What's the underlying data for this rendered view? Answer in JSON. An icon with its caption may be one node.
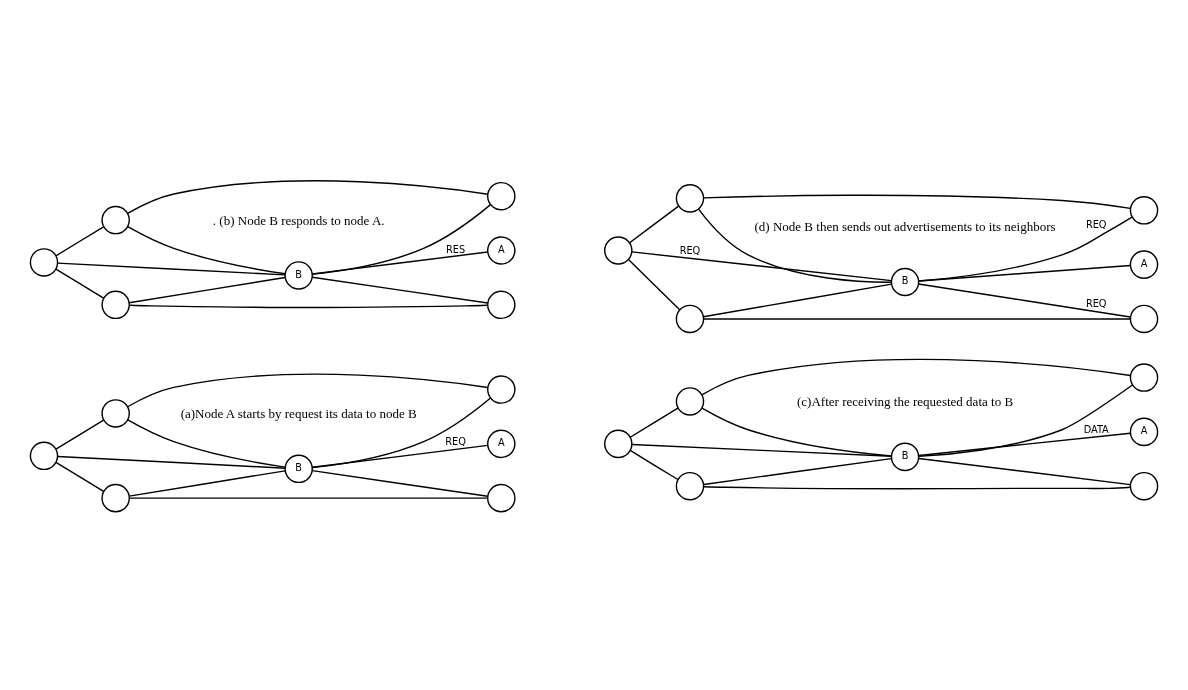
{
  "diagram": {
    "nodes": [
      {
        "text": [],
        "shape": "circle"
      },
      {
        "text": [],
        "shape": "circle"
      },
      {
        "text": [],
        "shape": "circle"
      },
      {
        "text": [
          "B"
        ]
      },
      {
        "text": [
          "A"
        ]
      },
      {
        "text": [],
        "shape": "circle"
      },
      {
        "text": [],
        "shape": "circle"
      },
      {
        "text": [],
        "shape": "circle"
      },
      {
        "text": [],
        "shape": "circle"
      },
      {
        "text": [],
        "shape": "circle"
      },
      {
        "text": [
          "B"
        ]
      },
      {
        "text": [
          "A"
        ]
      },
      {
        "text": [],
        "shape": "circle"
      },
      {
        "text": [],
        "shape": "circle"
      },
      {
        "text": [],
        "shape": "circle"
      },
      {
        "text": [],
        "shape": "circle"
      },
      {
        "text": [],
        "shape": "circle"
      },
      {
        "text": [
          "B"
        ]
      },
      {
        "text": [
          "A"
        ]
      },
      {
        "text": [],
        "shape": "circle"
      },
      {
        "text": [],
        "shape": "circle"
      },
      {
        "text": [],
        "shape": "circle"
      },
      {
        "text": [],
        "shape": "circle"
      },
      {
        "text": [],
        "shape": "circle"
      },
      {
        "text": [
          "B"
        ]
      },
      {
        "text": [
          "A"
        ]
      },
      {
        "text": [],
        "shape": "circle"
      },
      {
        "text": [],
        "shape": "circle"
      }
    ],
    "edges": [
      {
        "from": 2,
        "to": 0,
        "arrow": "none"
      },
      {
        "from": 0,
        "to": 1,
        "arrow": "none"
      },
      {
        "from": 0,
        "to": 3,
        "arrow": "none"
      },
      {
        "from": 3,
        "to": 1,
        "arrow": "none"
      },
      {
        "from": 2,
        "to": 3,
        "arrow": "none"
      },
      {
        "from": 2,
        "to": 5,
        "arrow": "none"
      },
      {
        "from": 5,
        "to": 3,
        "arrow": "none"
      },
      {
        "from": 5,
        "to": 6,
        "arrow": "none"
      },
      {
        "from": 3,
        "to": 6,
        "arrow": "none"
      },
      {
        "from": 3,
        "to": 4,
        "arrow": "none",
        "label": "REQ"
      },
      {
        "from": 9,
        "to": 7,
        "arrow": "none"
      },
      {
        "from": 7,
        "to": 8,
        "arrow": "none"
      },
      {
        "from": 7,
        "to": 10,
        "arrow": "none"
      },
      {
        "from": 10,
        "to": 8,
        "arrow": "none"
      },
      {
        "from": 9,
        "to": 10,
        "arrow": "none"
      },
      {
        "from": 9,
        "to": 12,
        "arrow": "none"
      },
      {
        "from": 12,
        "to": 10,
        "arrow": "none"
      },
      {
        "from": 12,
        "to": 13,
        "arrow": "none"
      },
      {
        "from": 10,
        "to": 13,
        "arrow": "none"
      },
      {
        "from": 10,
        "to": 11,
        "arrow": "none",
        "label": "DATA"
      },
      {
        "from": 16,
        "to": 14,
        "arrow": "none"
      },
      {
        "from": 14,
        "to": 15,
        "arrow": "none"
      },
      {
        "from": 14,
        "to": 17,
        "arrow": "none"
      },
      {
        "from": 17,
        "to": 15,
        "arrow": "none"
      },
      {
        "from": 16,
        "to": 17,
        "arrow": "none"
      },
      {
        "from": 16,
        "to": 19,
        "arrow": "none"
      },
      {
        "from": 19,
        "to": 17,
        "arrow": "none"
      },
      {
        "from": 19,
        "to": 20,
        "arrow": "none"
      },
      {
        "from": 17,
        "to": 20,
        "arrow": "none"
      },
      {
        "from": 17,
        "to": 18,
        "arrow": "none",
        "label": "RES"
      },
      {
        "from": 23,
        "to": 21,
        "arrow": "none"
      },
      {
        "from": 21,
        "to": 22,
        "arrow": "none"
      },
      {
        "from": 21,
        "to": 24,
        "arrow": "none"
      },
      {
        "from": 24,
        "to": 22,
        "arrow": "none",
        "label": "REQ"
      },
      {
        "from": 23,
        "to": 24,
        "arrow": "none",
        "label": "REQ"
      },
      {
        "from": 23,
        "to": 26,
        "arrow": "none"
      },
      {
        "from": 26,
        "to": 24,
        "arrow": "none"
      },
      {
        "from": 26,
        "to": 27,
        "arrow": "none"
      },
      {
        "from": 24,
        "to": 27,
        "arrow": "none",
        "label": "REQ"
      },
      {
        "from": 24,
        "to": 25,
        "arrow": "none"
      }
    ],
    "labels": [
      "(c)After receiving the requested data to B",
      "(a)Node A starts by request its data to node B",
      "(d) Node B then sends out advertisements to its neighbors",
      ". (b) Node B responds to node A."
    ]
  }
}
